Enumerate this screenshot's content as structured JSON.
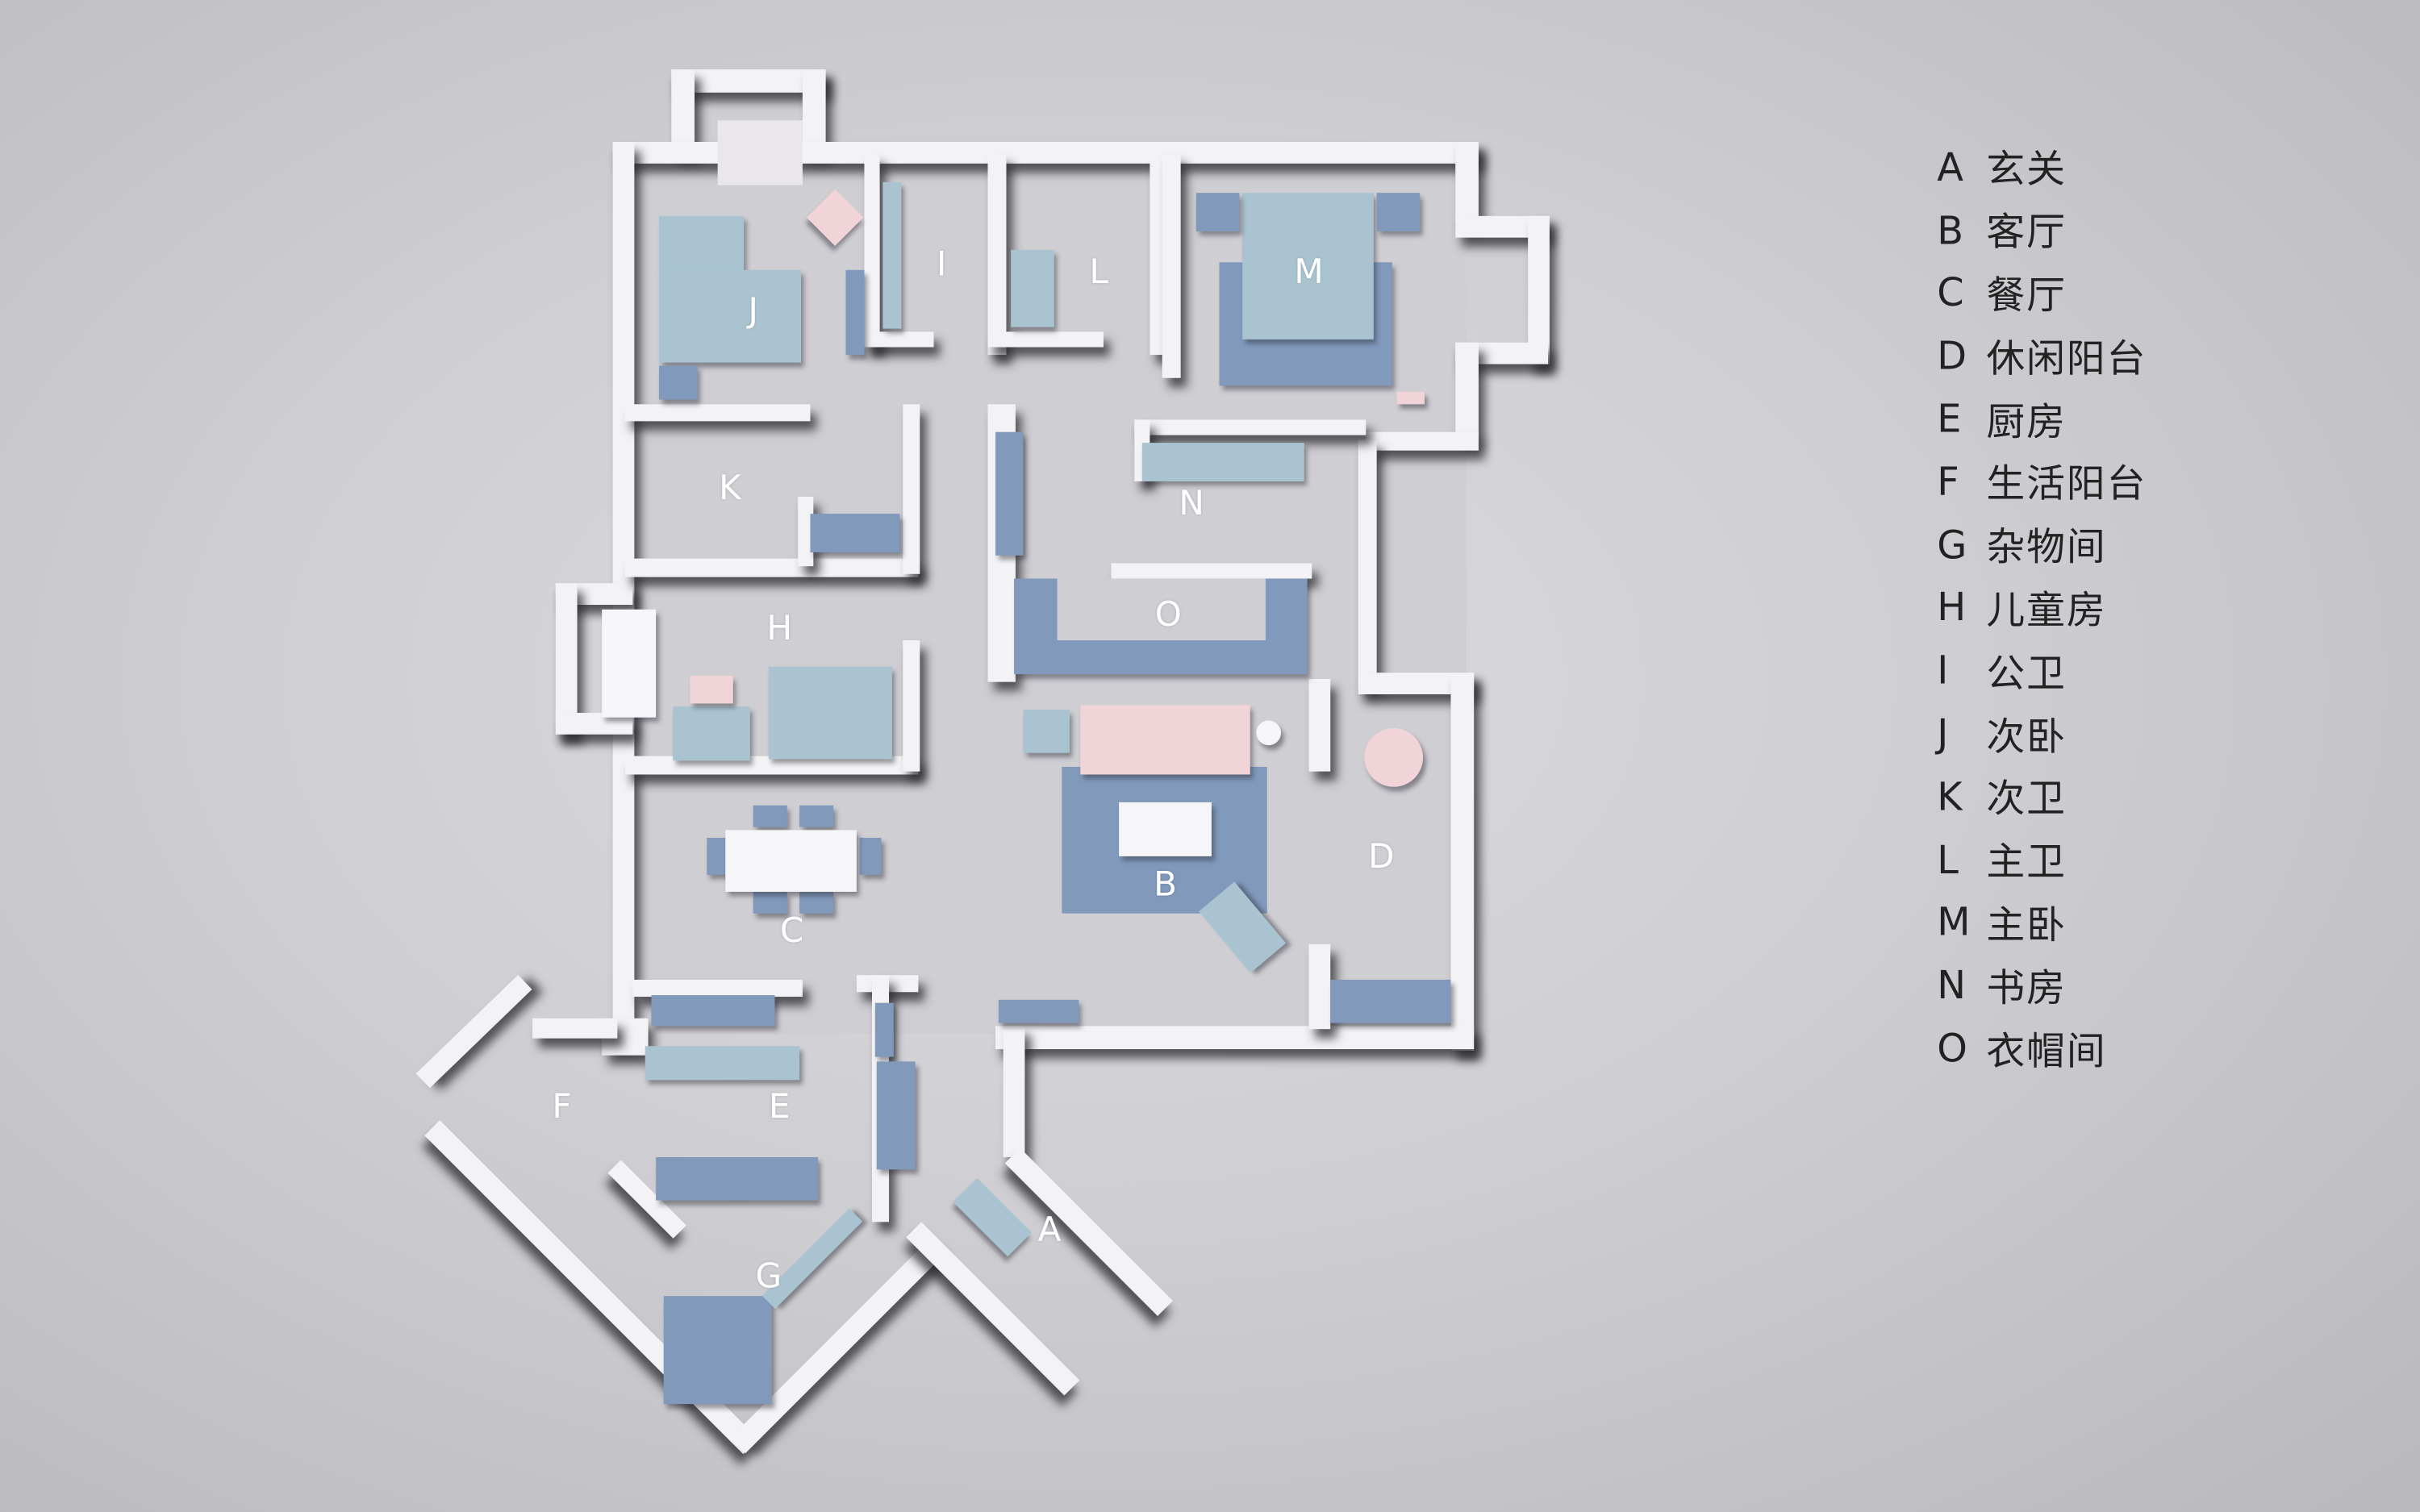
{
  "rooms": [
    {
      "letter": "A",
      "name": "玄关"
    },
    {
      "letter": "B",
      "name": "客厅"
    },
    {
      "letter": "C",
      "name": "餐厅"
    },
    {
      "letter": "D",
      "name": "休闲阳台"
    },
    {
      "letter": "E",
      "name": "厨房"
    },
    {
      "letter": "F",
      "name": "生活阳台"
    },
    {
      "letter": "G",
      "name": "杂物间"
    },
    {
      "letter": "H",
      "name": "儿童房"
    },
    {
      "letter": "I",
      "name": "公卫"
    },
    {
      "letter": "J",
      "name": "次卧"
    },
    {
      "letter": "K",
      "name": "次卫"
    },
    {
      "letter": "L",
      "name": "主卫"
    },
    {
      "letter": "M",
      "name": "主卧"
    },
    {
      "letter": "N",
      "name": "书房"
    },
    {
      "letter": "O",
      "name": "衣帽间"
    }
  ],
  "colors": {
    "wall": "#f3f2f4",
    "furniture_blue": "#8199bb",
    "furniture_light_blue": "#a9c4d0",
    "furniture_pink": "#f1d4d7"
  }
}
